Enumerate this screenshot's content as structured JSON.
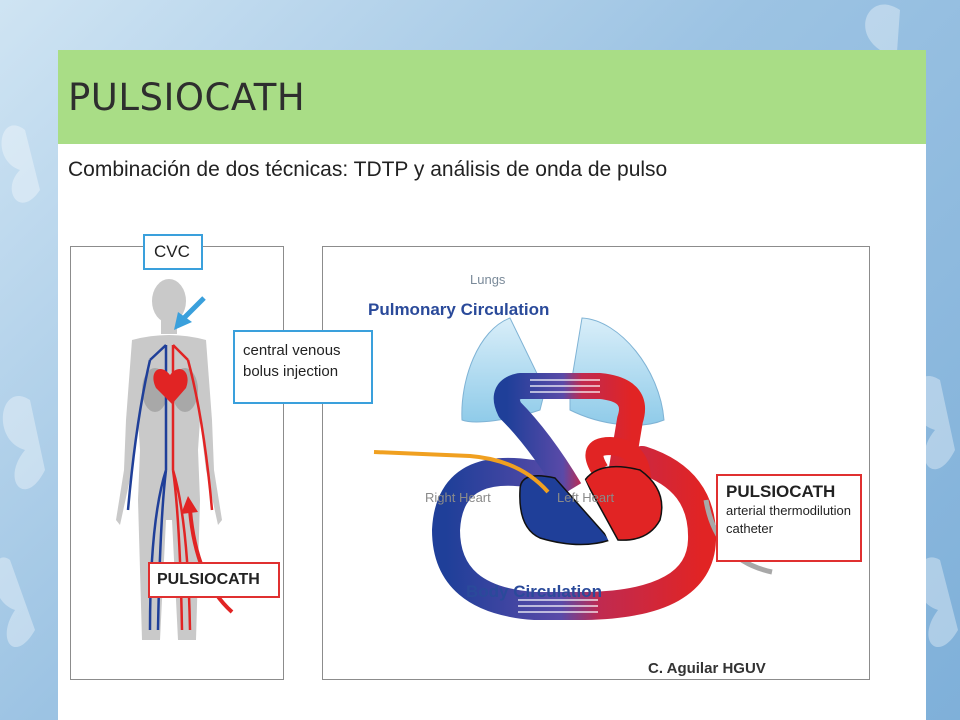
{
  "slide": {
    "title": "PULSIOCATH",
    "subtitle": "Combinación de dos técnicas: TDTP y análisis de onda de pulso",
    "credit": "C. Aguilar HGUV"
  },
  "diagram": {
    "cvc_label": "CVC",
    "injection_label_line1": "central venous",
    "injection_label_line2": "bolus injection",
    "left_catheter_label": "PULSIOCATH",
    "lungs_label": "Lungs",
    "pulmonary_label": "Pulmonary Circulation",
    "right_heart_label": "Right Heart",
    "left_heart_label": "Left Heart",
    "body_label": "Body Circulation",
    "right_catheter_title": "PULSIOCATH",
    "right_catheter_desc_line1": "arterial thermodilution",
    "right_catheter_desc_line2": "catheter"
  },
  "colors": {
    "title_bar": "#a9dd86",
    "venous": "#1f3f99",
    "arterial": "#e12424",
    "cvc_accent": "#3aa0dc",
    "injection_line": "#f0a020"
  }
}
